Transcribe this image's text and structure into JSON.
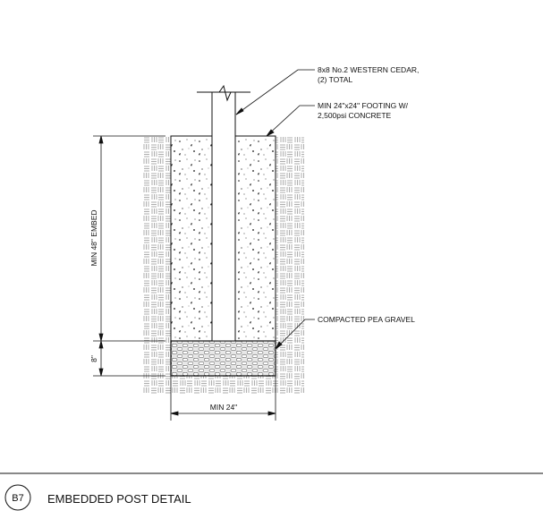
{
  "drawing": {
    "notes": {
      "post_line1": "8x8 No.2 WESTERN CEDAR,",
      "post_line2": "(2) TOTAL",
      "footing_line1": "MIN 24\"x24\" FOOTING W/",
      "footing_line2": "2,500psi CONCRETE",
      "gravel": "COMPACTED PEA GRAVEL"
    },
    "dimensions": {
      "embed": "MIN 48\" EMBED",
      "gravel_depth": "8\"",
      "width": "MIN 24\""
    }
  },
  "title_block": {
    "detail_id": "B7",
    "title": "EMBEDDED POST DETAIL"
  }
}
